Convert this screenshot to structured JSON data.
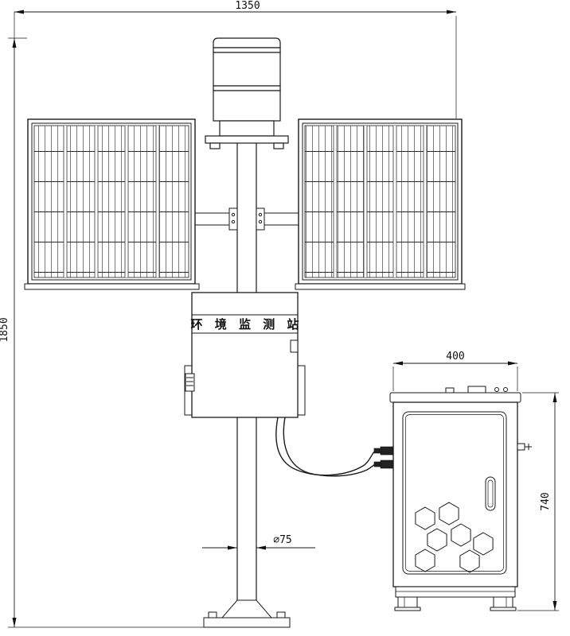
{
  "drawing": {
    "station": {
      "label": "环 境 监 测 站"
    },
    "dimensions": {
      "overall_width": "1350",
      "overall_height": "1850",
      "cabinet_width": "400",
      "cabinet_height": "740",
      "pole_diameter": "∅75"
    },
    "colors": {
      "line": "#1a1a1a",
      "background": "#ffffff"
    }
  }
}
